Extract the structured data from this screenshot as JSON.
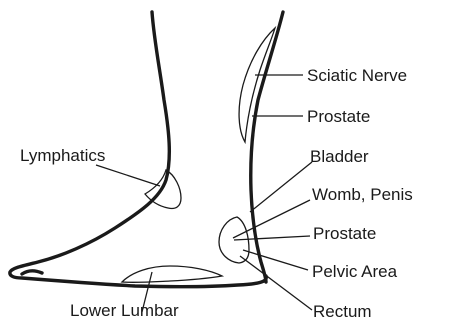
{
  "labels": {
    "sciatic_nerve": "Sciatic Nerve",
    "prostate_upper": "Prostate",
    "bladder": "Bladder",
    "womb_penis": "Womb, Penis",
    "prostate_lower": "Prostate",
    "pelvic_area": "Pelvic Area",
    "rectum": "Rectum",
    "lymphatics": "Lymphatics",
    "lower_lumbar": "Lower Lumbar"
  },
  "colors": {
    "ink": "#1a1a1a",
    "background": "#ffffff"
  }
}
